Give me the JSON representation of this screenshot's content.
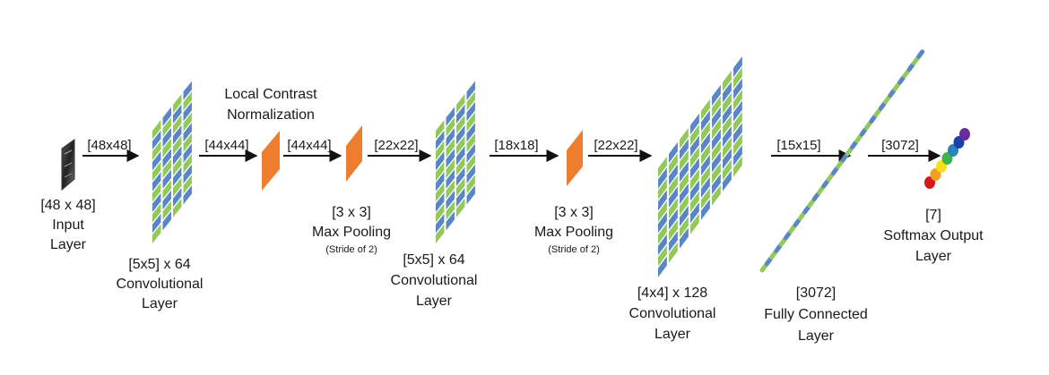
{
  "labels": {
    "input_size": "[48 x 48]",
    "input_l1": "Input",
    "input_l2": "Layer",
    "dim1": "[48x48]",
    "conv1_l1": "[5x5] x 64",
    "conv1_l2": "Convolutional",
    "conv1_l3": "Layer",
    "lcn_l1": "Local Contrast",
    "lcn_l2": "Normalization",
    "dim2": "[44x44]",
    "dim3": "[44x44]",
    "pool1_l1": "[3 x 3]",
    "pool1_l2": "Max Pooling",
    "pool1_l3": "(Stride of 2)",
    "dim4": "[22x22]",
    "conv2_l1": "[5x5] x 64",
    "conv2_l2": "Convolutional",
    "conv2_l3": "Layer",
    "dim5": "[18x18]",
    "pool2_l1": "[3 x 3]",
    "pool2_l2": "Max Pooling",
    "pool2_l3": "(Stride of 2)",
    "dim6": "[22x22]",
    "conv3_l1": "[4x4] x 128",
    "conv3_l2": "Convolutional",
    "conv3_l3": "Layer",
    "dim7": "[15x15]",
    "fc_l1": "[3072]",
    "fc_l2": "Fully Connected",
    "fc_l3": "Layer",
    "dim8": "[3072]",
    "out_l1": "[7]",
    "out_l2": "Softmax Output",
    "out_l3": "Layer"
  },
  "colors": {
    "tile_green": "#93c85a",
    "tile_blue": "#5b86c5",
    "pool_orange": "#ee7d2f",
    "arrow": "#111111",
    "softmax": [
      "#d7191c",
      "#f0a020",
      "#f5e11a",
      "#3cb44b",
      "#2b83ba",
      "#1f3fa8",
      "#6a2c9a"
    ]
  }
}
